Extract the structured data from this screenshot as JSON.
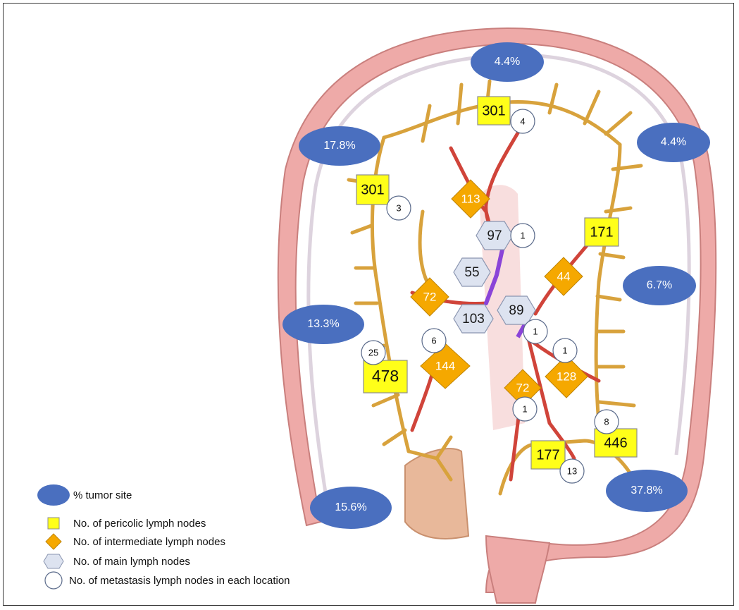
{
  "colors": {
    "tumor": "#4a6fbf",
    "pericolic": "#ffff19",
    "intermediate": "#f5a800",
    "main": "#dde3f0",
    "metastasis": "#ffffff",
    "vessel_yellow": "#d8a23c",
    "vessel_red": "#d0443a",
    "vessel_purple": "#8a44d8",
    "colon": "#eeaaa8"
  },
  "tumor_sites": [
    "4.4%",
    "17.8%",
    "4.4%",
    "6.7%",
    "13.3%",
    "15.6%",
    "37.8%"
  ],
  "pericolic": [
    "301",
    "301",
    "171",
    "478",
    "177",
    "446"
  ],
  "intermediate": [
    "113",
    "72",
    "44",
    "144",
    "72",
    "128"
  ],
  "main": [
    "97",
    "55",
    "103",
    "89"
  ],
  "metastasis": [
    "4",
    "3",
    "1",
    "25",
    "6",
    "1",
    "1",
    "1",
    "8",
    "13"
  ],
  "legend": {
    "tumor_site": "% tumor site",
    "pericolic": "No. of pericolic lymph nodes",
    "intermediate": "No. of intermediate lymph nodes",
    "main": "No. of main lymph nodes",
    "metastasis": "No. of metastasis lymph nodes in each location"
  }
}
